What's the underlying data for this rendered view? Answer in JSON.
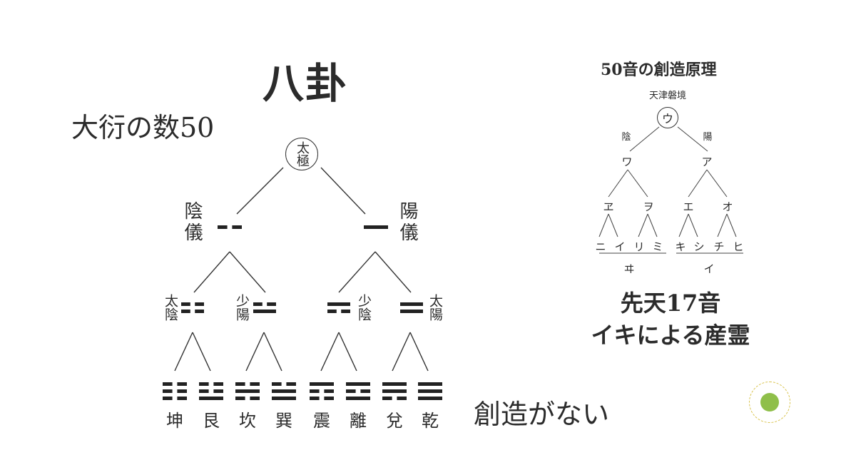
{
  "left": {
    "title": "八卦",
    "subtitle": "大衍の数50",
    "taiji": "太極",
    "yin_yi": "陰儀",
    "yang_yi": "陽儀",
    "four_images": [
      "太陰",
      "少陽",
      "少陰",
      "太陽"
    ],
    "trigrams": [
      {
        "name": "坤",
        "lines": [
          0,
          0,
          0
        ]
      },
      {
        "name": "艮",
        "lines": [
          1,
          0,
          0
        ]
      },
      {
        "name": "坎",
        "lines": [
          0,
          1,
          0
        ]
      },
      {
        "name": "巽",
        "lines": [
          1,
          1,
          0
        ]
      },
      {
        "name": "震",
        "lines": [
          0,
          0,
          1
        ]
      },
      {
        "name": "離",
        "lines": [
          1,
          0,
          1
        ]
      },
      {
        "name": "兌",
        "lines": [
          0,
          1,
          1
        ]
      },
      {
        "name": "乾",
        "lines": [
          1,
          1,
          1
        ]
      }
    ],
    "note": "創造がない"
  },
  "right": {
    "title": "50音の創造原理",
    "subtitle": "天津磐境",
    "root": "ウ",
    "yin": "陰",
    "yang": "陽",
    "level1": [
      "ワ",
      "ア"
    ],
    "level2": [
      "ヱ",
      "ヲ",
      "エ",
      "オ"
    ],
    "level3": [
      "ニ",
      "イ",
      "リ",
      "ミ",
      "キ",
      "シ",
      "チ",
      "ヒ"
    ],
    "level4": [
      "ヰ",
      "イ"
    ],
    "caption_line1": "先天17音",
    "caption_line2": "イキによる産霊"
  },
  "colors": {
    "ink": "#2b2b2b",
    "logo_green": "#8fbf4a",
    "logo_ring": "#d8c24a"
  }
}
